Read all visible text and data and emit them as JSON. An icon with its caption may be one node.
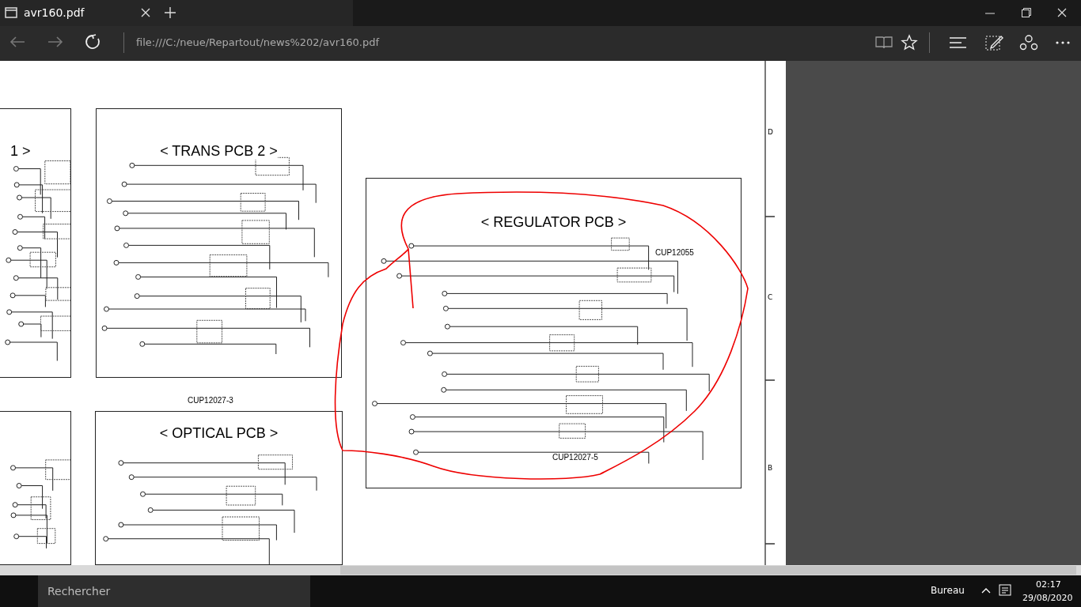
{
  "diagram": {
    "nodes": [
      {
        "text": [
          "1 >"
        ]
      },
      {
        "text": [
          "< TRANS PCB 2 >"
        ]
      },
      {
        "text": [
          "< REGULATOR PCB >",
          "CUP12055",
          "CUP12027-5"
        ]
      },
      {
        "text": [],
        "shape": "box"
      },
      {
        "text": [
          "< OPTICAL PCB >"
        ]
      }
    ],
    "edges": [],
    "labels": [
      "avr160.pdf",
      "file:///C:/neue/Repartout/news%202/avr160.pdf",
      "CUP12027-3",
      "D",
      "C",
      "B",
      "Rechercher",
      "Bureau",
      "02:17",
      "29/08/2020"
    ]
  }
}
